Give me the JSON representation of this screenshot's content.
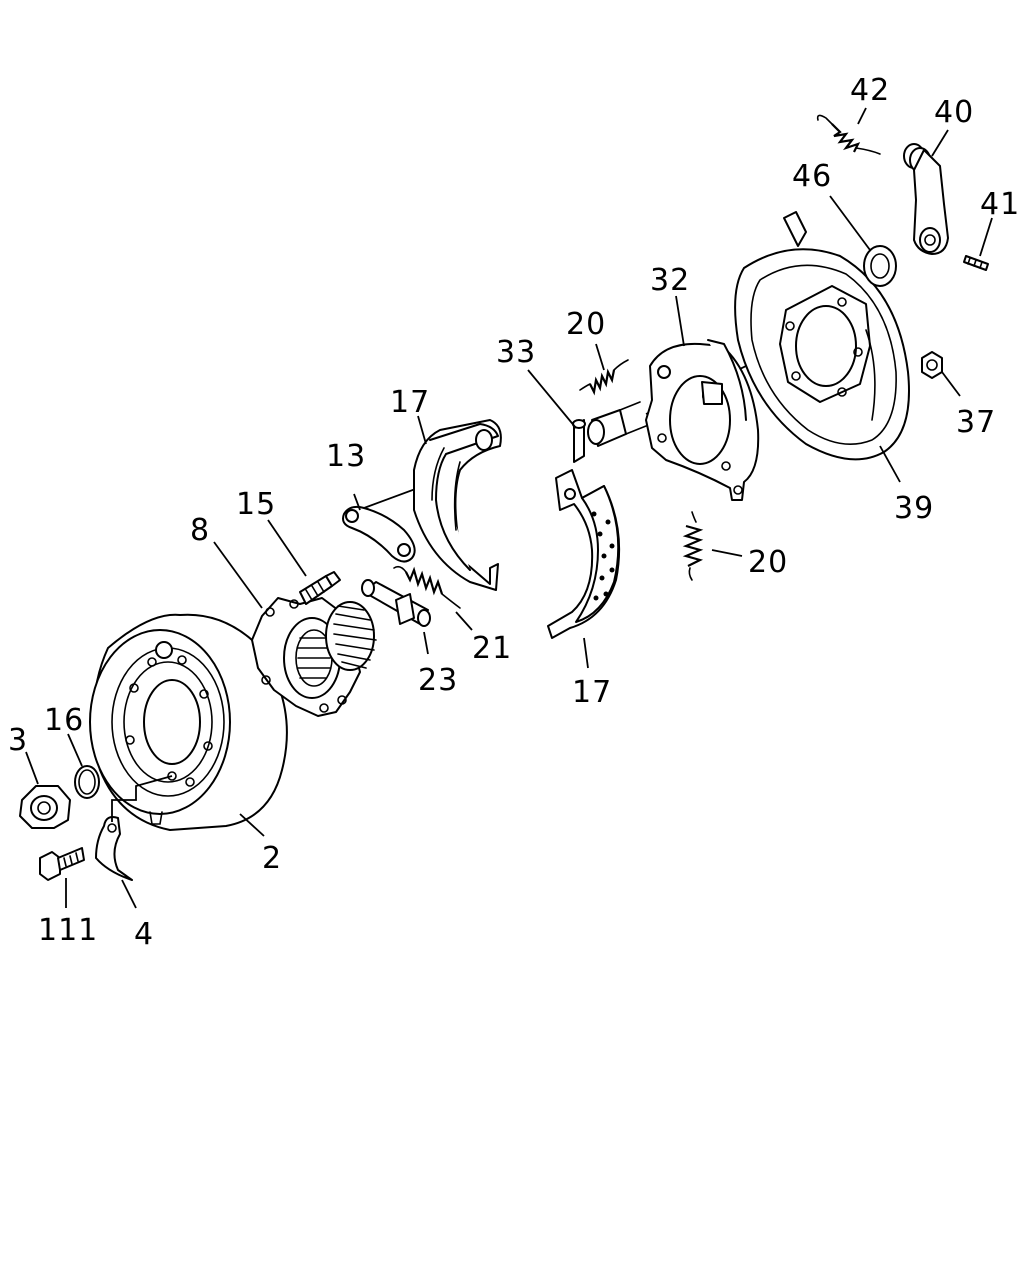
{
  "callouts": {
    "c3": "3",
    "c16": "16",
    "c111": "111",
    "c4": "4",
    "c2": "2",
    "c8": "8",
    "c15": "15",
    "c13": "13",
    "c17a": "17",
    "c23": "23",
    "c21": "21",
    "c17b": "17",
    "c33": "33",
    "c20a": "20",
    "c20b": "20",
    "c32": "32",
    "c42": "42",
    "c40": "40",
    "c46": "46",
    "c41": "41",
    "c37": "37",
    "c39": "39"
  }
}
